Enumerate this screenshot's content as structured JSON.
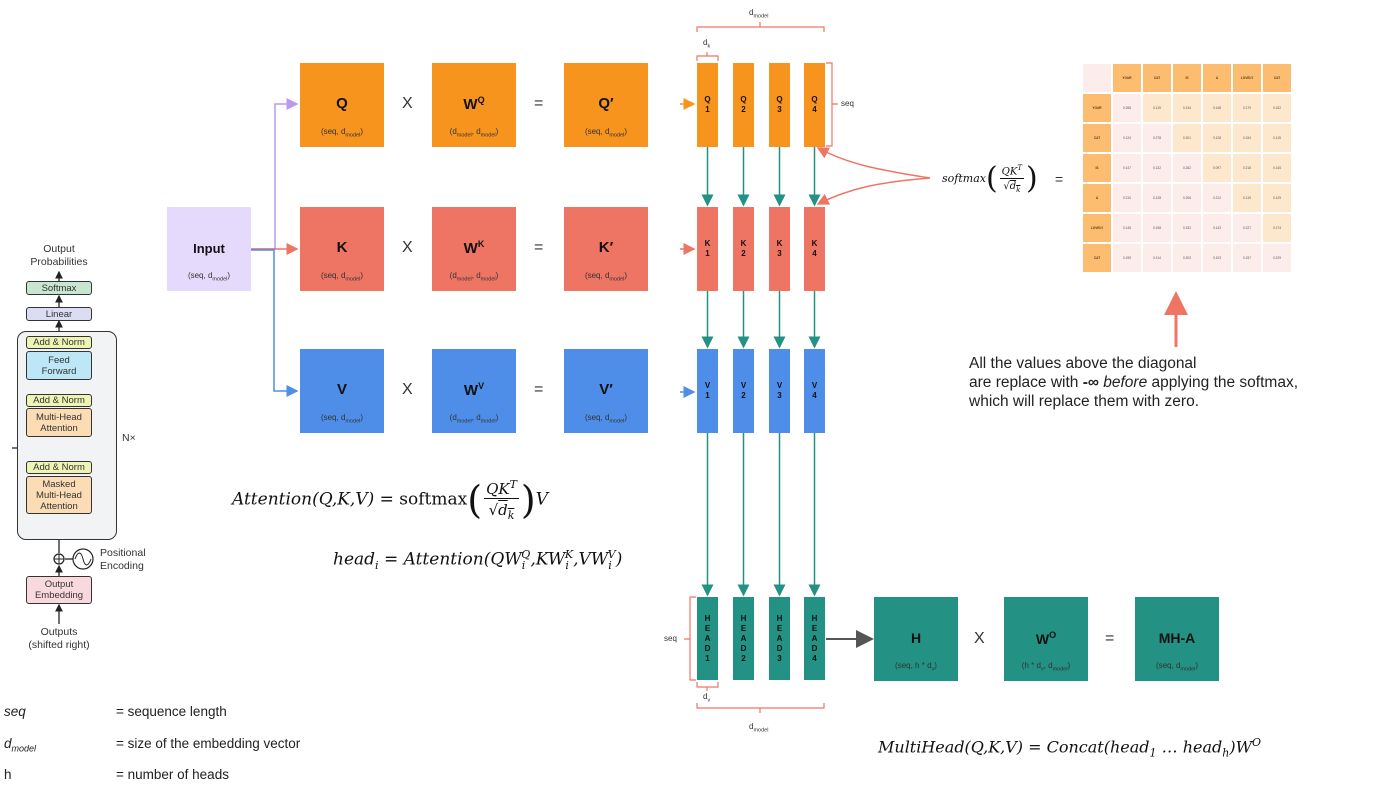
{
  "decoder": {
    "output_probabilities": "Output\nProbabilities",
    "softmax": "Softmax",
    "linear": "Linear",
    "add_norm": "Add & Norm",
    "feed_forward": "Feed\nForward",
    "multi_head_attention": "Multi-Head\nAttention",
    "masked_multi_head_attention": "Masked\nMulti-Head\nAttention",
    "nx": "N×",
    "positional_encoding": "Positional\nEncoding",
    "output_embedding": "Output\nEmbedding",
    "outputs": "Outputs\n(shifted right)"
  },
  "input": {
    "label": "Input",
    "dim": "(seq, d",
    "dim_sub": "model",
    "dim_end": ")"
  },
  "rows": [
    {
      "key": "q",
      "color": "#f7941d",
      "mat": "Q",
      "weight": "W",
      "weight_sup": "Q",
      "result": "Q′",
      "col_letter": "Q"
    },
    {
      "key": "k",
      "color": "#ee7563",
      "mat": "K",
      "weight": "W",
      "weight_sup": "K",
      "result": "K′",
      "col_letter": "K"
    },
    {
      "key": "v",
      "color": "#4e8ee9",
      "mat": "V",
      "weight": "W",
      "weight_sup": "V",
      "result": "V′",
      "col_letter": "V"
    }
  ],
  "ops": {
    "times": "X",
    "equals": "="
  },
  "dims": {
    "seq_dmodel_pre": "(seq, d",
    "model": "model",
    "close": ")",
    "dmodel_dmodel_pre": "(d",
    "comma_d": ", d",
    "seq_hdv": "(seq, h * d",
    "v": "v",
    "hdv_dmodel_pre": "(h * d",
    "comma_dmodel": ", d"
  },
  "column_numbers": [
    "1",
    "2",
    "3",
    "4"
  ],
  "braces": {
    "d_model": "d",
    "d_model_sub": "model",
    "d_k": "d",
    "d_k_sub": "k",
    "d_v": "d",
    "d_v_sub": "v",
    "seq": "seq"
  },
  "heads": {
    "letters": [
      "H",
      "E",
      "A",
      "D"
    ]
  },
  "output_row": {
    "h": "H",
    "wo": "W",
    "wo_sup": "O",
    "mha": "MH-A",
    "color": "#239183"
  },
  "formulas": {
    "attention_lhs": "Attention(Q,K,V) = ",
    "softmax_word": "softmax",
    "num": "QK",
    "num_sup": "T",
    "den_root": "√",
    "den": "d",
    "den_sub": "k",
    "attention_tail": "V",
    "head_lhs": "head",
    "head_sub": "i",
    "head_rhs": " = Attention(QW",
    "head_q_sub": "i",
    "head_q_sup": "Q",
    "head_k": ",KW",
    "head_k_sub": "i",
    "head_k_sup": "K",
    "head_v": ",VW",
    "head_v_sub": "i",
    "head_v_sup": "V",
    "head_close": ")",
    "softmax_italic": "softmax",
    "eq": "=",
    "multihead_lhs": "MultiHead(Q,K,V) = Concat(head",
    "mh_sub1": "1",
    "mh_mid": " … head",
    "mh_subh": "h",
    "mh_close": ")W",
    "mh_sup": "O"
  },
  "note": {
    "line1": "All the values above the diagonal",
    "line2_pre": "are replace with ",
    "line2_bold": "-∞",
    "line2_italic": " before",
    "line2_post": " applying the softmax,",
    "line3": "which will replace them with zero."
  },
  "legend": [
    {
      "key": "seq",
      "key_sub": "",
      "desc": "= sequence length"
    },
    {
      "key": "d",
      "key_sub": "model",
      "desc": "= size of the embedding vector"
    },
    {
      "key": "h",
      "key_sub": "",
      "desc": "= number of heads"
    }
  ],
  "chart_data": {
    "type": "heatmap",
    "title": "softmax(QK^T / sqrt(d_k))",
    "row_labels": [
      "YOUR",
      "CAT",
      "IS",
      "A",
      "LOVELY",
      "CAT"
    ],
    "col_labels": [
      "YOUR",
      "CAT",
      "IS",
      "A",
      "LOVELY",
      "CAT"
    ],
    "values": [
      [
        0.268,
        0.119,
        0.134,
        0.148,
        0.179,
        0.152
      ],
      [
        0.124,
        0.278,
        0.201,
        0.128,
        0.154,
        0.115
      ],
      [
        0.147,
        0.132,
        0.262,
        0.097,
        0.218,
        0.145
      ],
      [
        0.21,
        0.128,
        0.206,
        0.212,
        0.119,
        0.125
      ],
      [
        0.146,
        0.158,
        0.152,
        0.143,
        0.227,
        0.174
      ],
      [
        0.195,
        0.114,
        0.203,
        0.103,
        0.157,
        0.229
      ]
    ],
    "highlight": "cells above the diagonal shaded in a warmer tone"
  },
  "colors": {
    "orange": "#f7941d",
    "red": "#ee7563",
    "blue": "#4e8ee9",
    "teal": "#239183",
    "lavender": "#e6dafc",
    "purple_arrow": "#b99af0",
    "brace": "#ee7563",
    "table_header": "#fdbd71",
    "table_upper": "#fde8cd",
    "table_lower": "#fcecea"
  }
}
